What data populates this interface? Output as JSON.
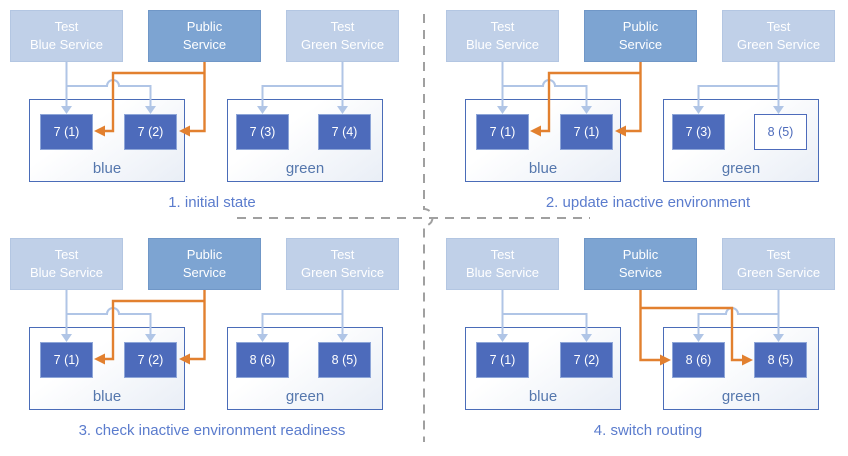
{
  "colors": {
    "service-light": "#c0d0e8",
    "service-light-border": "#b3c6e2",
    "service-public": "#7da4d2",
    "service-public-border": "#7097c7",
    "service-text": "#ffffff",
    "pod-fill": "#4d6bbb",
    "pod-border": "#8ea6d8",
    "pod-text": "#ffffff",
    "pod-outline-fill": "#ffffff",
    "pod-outline-border": "#4d6bbb",
    "pod-outline-text": "#4d6bbb",
    "env-border": "#4a6cb8",
    "env-label": "#5577ad",
    "caption": "#5b7ccd",
    "arrow-light": "#b0c5e6",
    "arrow-orange": "#e2802f",
    "divider": "#a0a0a0"
  },
  "panels": [
    {
      "caption": "1. initial state",
      "public_routes_to": "blue",
      "services": [
        {
          "line1": "Test",
          "line2": "Blue Service"
        },
        {
          "line1": "Public",
          "line2": "Service"
        },
        {
          "line1": "Test",
          "line2": "Green Service"
        }
      ],
      "environments": [
        {
          "label": "blue",
          "pods": [
            {
              "label": "7 (1)",
              "state": "filled"
            },
            {
              "label": "7 (2)",
              "state": "filled"
            }
          ]
        },
        {
          "label": "green",
          "pods": [
            {
              "label": "7 (3)",
              "state": "filled"
            },
            {
              "label": "7 (4)",
              "state": "filled"
            }
          ]
        }
      ]
    },
    {
      "caption": "2. update inactive environment",
      "public_routes_to": "blue",
      "services": [
        {
          "line1": "Test",
          "line2": "Blue Service"
        },
        {
          "line1": "Public",
          "line2": "Service"
        },
        {
          "line1": "Test",
          "line2": "Green Service"
        }
      ],
      "environments": [
        {
          "label": "blue",
          "pods": [
            {
              "label": "7 (1)",
              "state": "filled"
            },
            {
              "label": "7 (1)",
              "state": "filled"
            }
          ]
        },
        {
          "label": "green",
          "pods": [
            {
              "label": "7 (3)",
              "state": "filled"
            },
            {
              "label": "8 (5)",
              "state": "outline"
            }
          ]
        }
      ]
    },
    {
      "caption": "3. check inactive environment readiness",
      "public_routes_to": "blue",
      "services": [
        {
          "line1": "Test",
          "line2": "Blue Service"
        },
        {
          "line1": "Public",
          "line2": "Service"
        },
        {
          "line1": "Test",
          "line2": "Green Service"
        }
      ],
      "environments": [
        {
          "label": "blue",
          "pods": [
            {
              "label": "7 (1)",
              "state": "filled"
            },
            {
              "label": "7 (2)",
              "state": "filled"
            }
          ]
        },
        {
          "label": "green",
          "pods": [
            {
              "label": "8 (6)",
              "state": "filled"
            },
            {
              "label": "8 (5)",
              "state": "filled"
            }
          ]
        }
      ]
    },
    {
      "caption": "4. switch routing",
      "public_routes_to": "green",
      "services": [
        {
          "line1": "Test",
          "line2": "Blue Service"
        },
        {
          "line1": "Public",
          "line2": "Service"
        },
        {
          "line1": "Test",
          "line2": "Green Service"
        }
      ],
      "environments": [
        {
          "label": "blue",
          "pods": [
            {
              "label": "7 (1)",
              "state": "filled"
            },
            {
              "label": "7 (2)",
              "state": "filled"
            }
          ]
        },
        {
          "label": "green",
          "pods": [
            {
              "label": "8 (6)",
              "state": "filled"
            },
            {
              "label": "8 (5)",
              "state": "filled"
            }
          ]
        }
      ]
    }
  ]
}
